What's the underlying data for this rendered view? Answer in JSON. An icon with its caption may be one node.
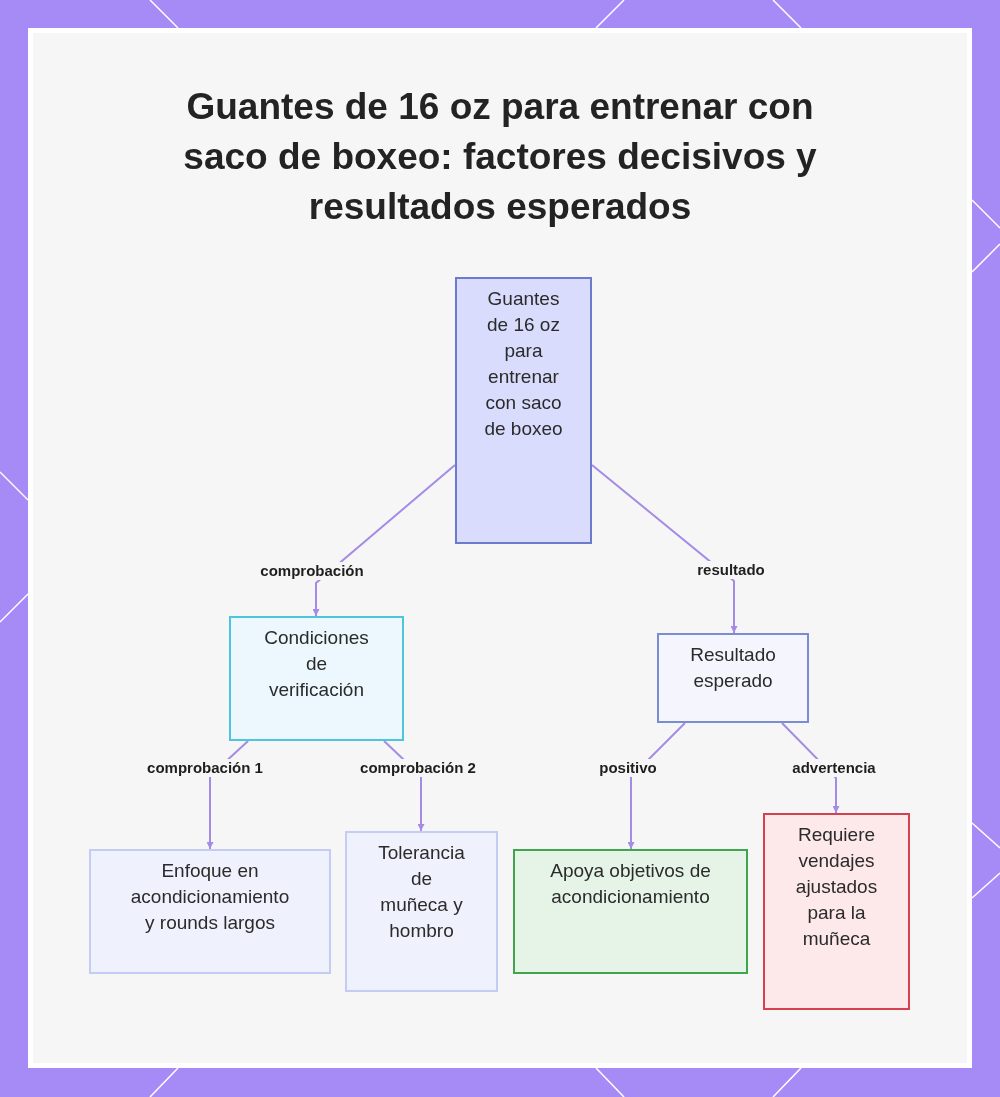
{
  "diagram": {
    "title": "Guantes de 16 oz para entrenar con saco de boxeo: factores decisivos y resultados esperados",
    "nodes": [
      {
        "text": [
          "Guantes de 16 oz para entrenar con saco de boxeo"
        ]
      },
      {
        "text": [
          "Condiciones de verificación"
        ]
      },
      {
        "text": [
          "Resultado esperado"
        ]
      },
      {
        "text": [
          "Enfoque en acondicionamiento y rounds largos"
        ]
      },
      {
        "text": [
          "Tolerancia de muñeca y hombro"
        ]
      },
      {
        "text": [
          "Apoya objetivos de acondicionamiento"
        ]
      },
      {
        "text": [
          "Requiere vendajes ajustados para la muñeca"
        ]
      }
    ],
    "edges": [
      {
        "from": 0,
        "to": 1,
        "arrow": "to",
        "label": "comprobación"
      },
      {
        "from": 0,
        "to": 2,
        "arrow": "to",
        "label": "resultado"
      },
      {
        "from": 1,
        "to": 3,
        "arrow": "to",
        "label": "comprobación 1"
      },
      {
        "from": 1,
        "to": 4,
        "arrow": "to",
        "label": "comprobación 2"
      },
      {
        "from": 2,
        "to": 5,
        "arrow": "to",
        "label": "positivo"
      },
      {
        "from": 2,
        "to": 6,
        "arrow": "to",
        "label": "advertencia"
      }
    ]
  }
}
